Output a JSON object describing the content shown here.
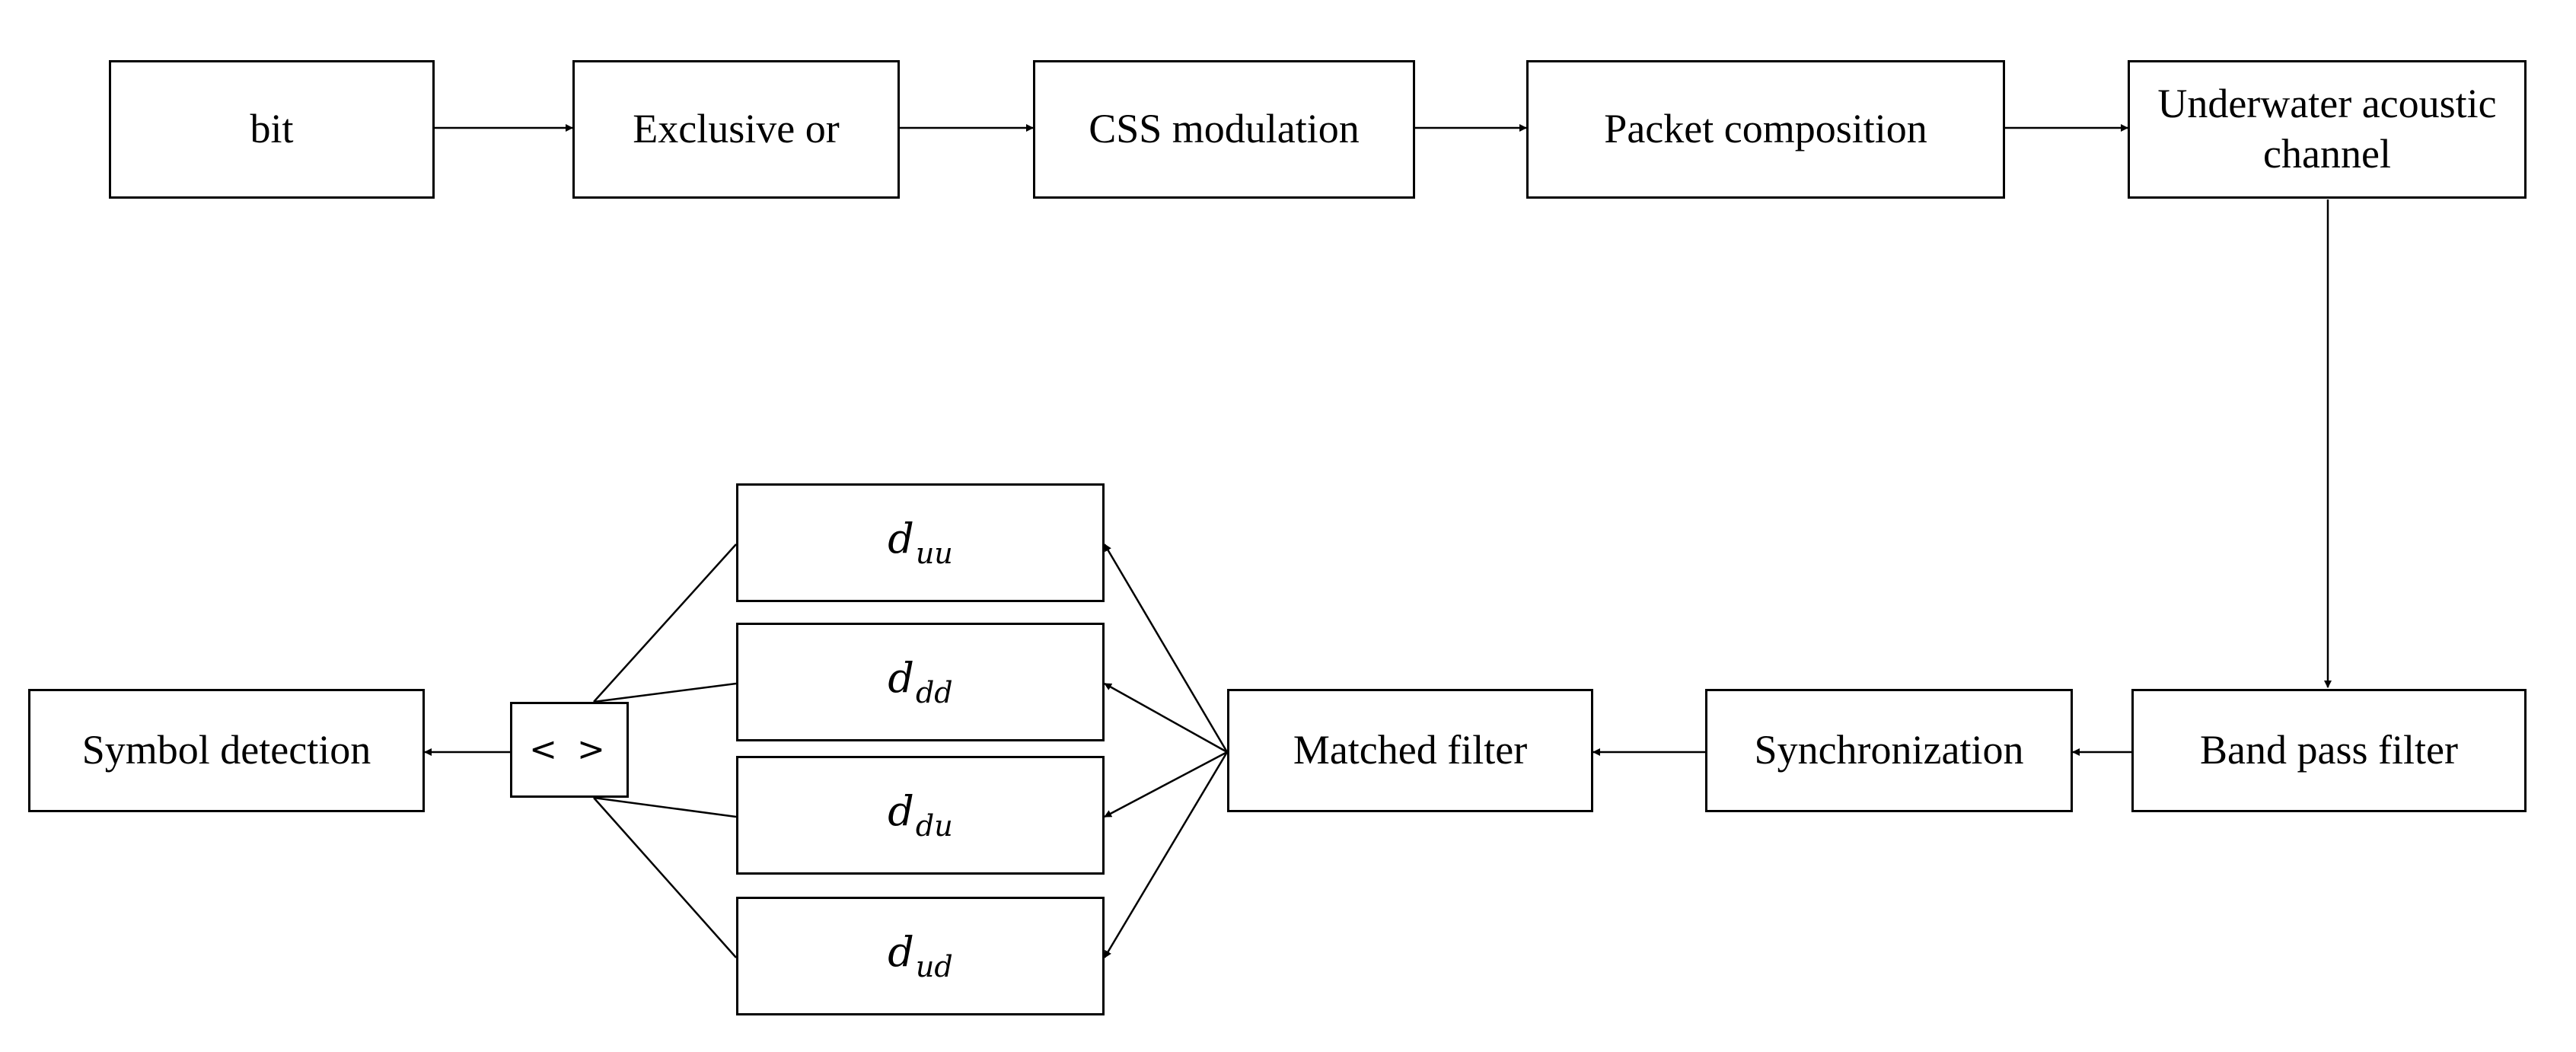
{
  "diagram": {
    "nodes": {
      "bit": "bit",
      "xor": "Exclusive or",
      "css": "CSS modulation",
      "packet": "Packet composition",
      "channel": "Underwater acoustic channel",
      "bpf": "Band pass filter",
      "sync": "Synchronization",
      "matched": "Matched filter",
      "d_uu": {
        "base": "d",
        "sub": "uu"
      },
      "d_dd": {
        "base": "d",
        "sub": "dd"
      },
      "d_du": {
        "base": "d",
        "sub": "du"
      },
      "d_ud": {
        "base": "d",
        "sub": "ud"
      },
      "compare": "< >",
      "symbol": "Symbol detection"
    },
    "edges": [
      [
        "bit",
        "xor"
      ],
      [
        "xor",
        "css"
      ],
      [
        "css",
        "packet"
      ],
      [
        "packet",
        "channel"
      ],
      [
        "channel",
        "bpf"
      ],
      [
        "bpf",
        "sync"
      ],
      [
        "sync",
        "matched"
      ],
      [
        "matched",
        "d_uu"
      ],
      [
        "matched",
        "d_dd"
      ],
      [
        "matched",
        "d_du"
      ],
      [
        "matched",
        "d_ud"
      ],
      [
        "d_uu",
        "compare"
      ],
      [
        "d_dd",
        "compare"
      ],
      [
        "d_du",
        "compare"
      ],
      [
        "d_ud",
        "compare"
      ],
      [
        "compare",
        "symbol"
      ]
    ]
  }
}
